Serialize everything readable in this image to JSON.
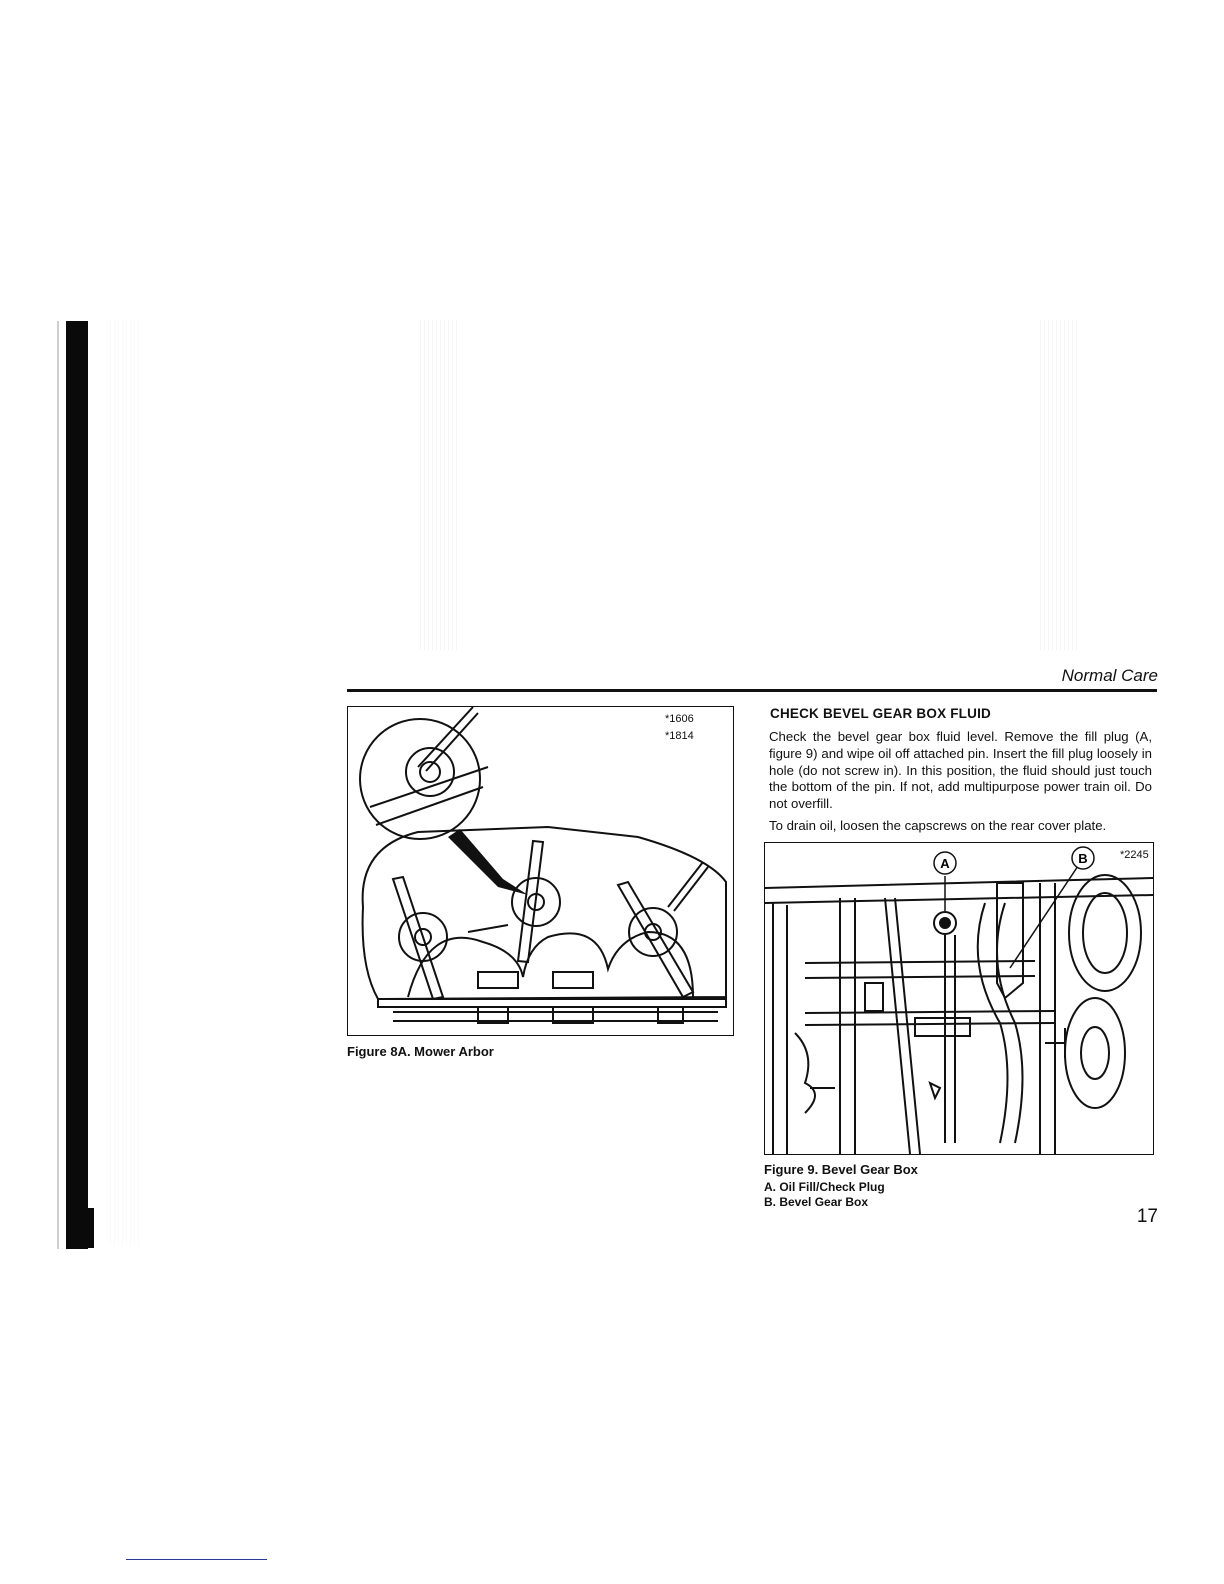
{
  "header": {
    "section_title": "Normal Care"
  },
  "figure_8a": {
    "codes": [
      "*1606",
      "*1814"
    ],
    "caption": "Figure 8A. Mower Arbor"
  },
  "figure_9": {
    "code": "*2245",
    "callouts": {
      "a": "A",
      "b": "B"
    },
    "caption": "Figure 9. Bevel Gear Box",
    "legend": [
      "A. Oil Fill/Check Plug",
      "B. Bevel Gear Box"
    ]
  },
  "section": {
    "heading": "CHECK BEVEL GEAR BOX FLUID",
    "paragraphs": [
      "Check the bevel gear box fluid level. Remove the fill plug (A, figure 9) and wipe oil off attached pin. Insert the fill plug loosely in hole (do not screw in). In this position, the fluid should just touch the bottom of the pin. If not, add multipurpose power train oil. Do not overfill.",
      "To drain oil, loosen the capscrews on the rear cover plate."
    ]
  },
  "page_number": "17"
}
